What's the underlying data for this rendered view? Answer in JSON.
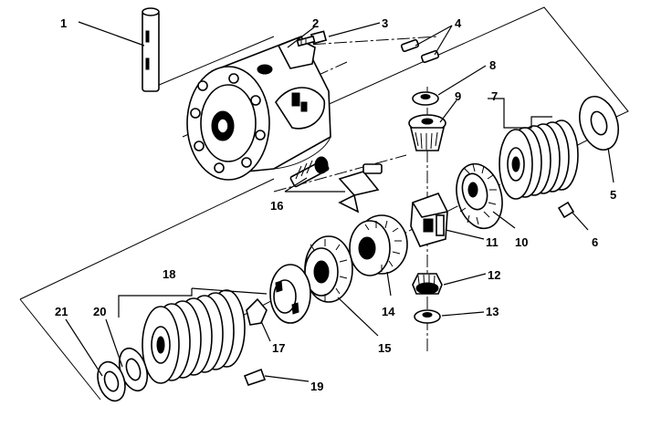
{
  "diagram": {
    "callouts": [
      "1",
      "2",
      "3",
      "4",
      "5",
      "6",
      "7",
      "8",
      "9",
      "10",
      "11",
      "12",
      "13",
      "14",
      "15",
      "16",
      "17",
      "18",
      "19",
      "20",
      "21"
    ],
    "colors": {
      "ink": "#000000",
      "paper": "#ffffff",
      "shade": "#d8d8d8"
    }
  }
}
